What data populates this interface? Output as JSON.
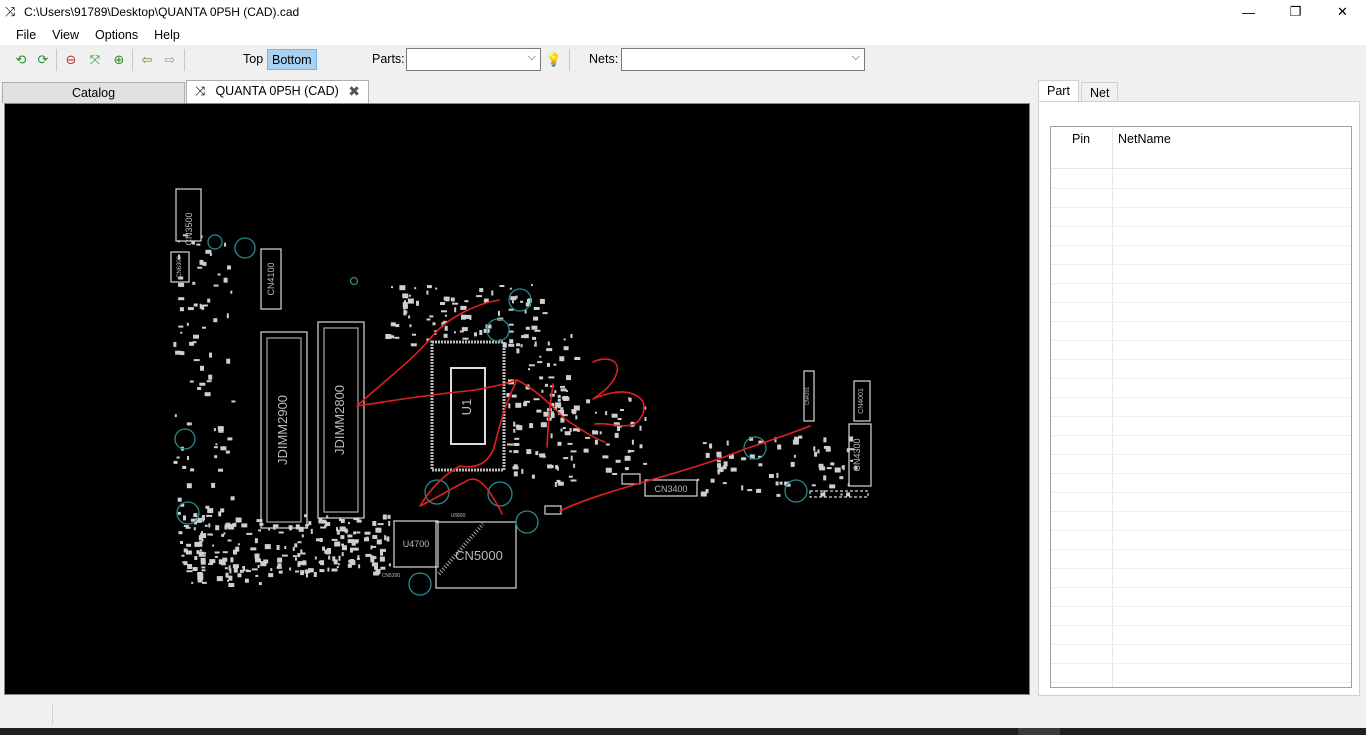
{
  "window": {
    "title": "C:\\Users\\91789\\Desktop\\QUANTA 0P5H (CAD).cad",
    "minimize": "—",
    "maximize": "❐",
    "close": "✕"
  },
  "menu": [
    "File",
    "View",
    "Options",
    "Help"
  ],
  "toolbar": {
    "side_top": "Top",
    "side_bottom": "Bottom",
    "active_side": "Bottom",
    "parts_label": "Parts:",
    "parts_value": "",
    "nets_label": "Nets:",
    "nets_value": ""
  },
  "tabs": [
    {
      "label": "Catalog",
      "active": false
    },
    {
      "label": "QUANTA 0P5H (CAD)",
      "active": true
    }
  ],
  "board_labels": [
    "CN3500",
    "CN4100",
    "CN6300",
    "JDIMM2900",
    "JDIMM2800",
    "U1",
    "U4700",
    "CN5000",
    "CN3400",
    "CN4300",
    "CN4001",
    "CN4201",
    "CN5200",
    "U6800"
  ],
  "right_panel": {
    "tabs": [
      {
        "label": "Part",
        "active": true
      },
      {
        "label": "Net",
        "active": false
      }
    ],
    "columns": [
      "Pin",
      "NetName"
    ],
    "rows": []
  },
  "colors": {
    "board_outline": "#d8d8d8",
    "annotation": "#e02020",
    "via": "#2a8a8a",
    "selected": "#a9d1f2"
  }
}
